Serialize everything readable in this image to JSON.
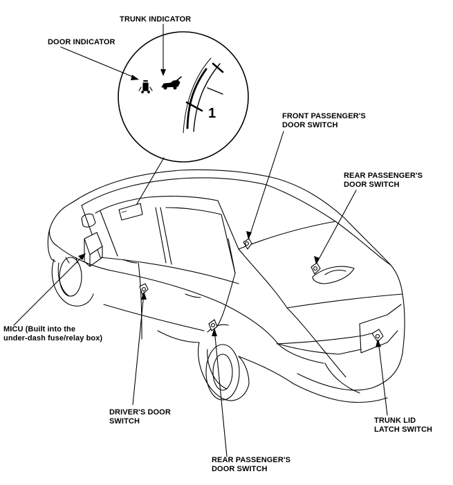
{
  "labels": {
    "trunk_indicator": "TRUNK INDICATOR",
    "door_indicator": "DOOR INDICATOR",
    "front_passenger_door_switch": [
      "FRONT PASSENGER'S",
      "DOOR SWITCH"
    ],
    "rear_passenger_door_switch_right": [
      "REAR PASSENGER'S",
      "DOOR SWITCH"
    ],
    "micu": [
      "MICU (Built into the",
      "under-dash  fuse/relay box)"
    ],
    "drivers_door_switch": [
      "DRIVER'S DOOR",
      "SWITCH"
    ],
    "trunk_lid_latch_switch": [
      "TRUNK LID",
      "LATCH SWITCH"
    ],
    "rear_passenger_door_switch_left": [
      "REAR PASSENGER'S",
      "DOOR SWITCH"
    ]
  },
  "gauge": {
    "tick_number": "1"
  },
  "colors": {
    "ink": "#000000",
    "background": "#ffffff"
  }
}
